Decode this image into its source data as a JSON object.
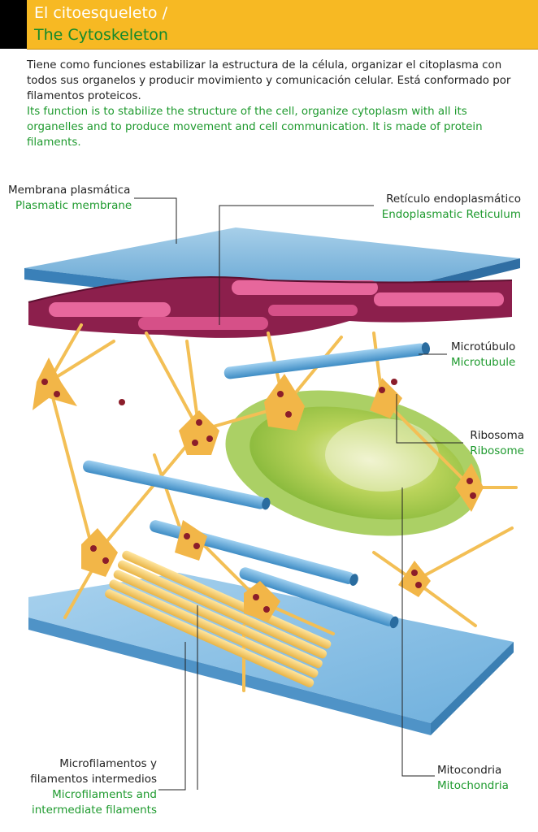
{
  "header": {
    "title_es": "El citoesqueleto /",
    "title_en": "The Cytoskeleton",
    "accent": "#f7b923",
    "green": "#1e9a2e"
  },
  "intro": {
    "es_lines": [
      "Tiene como funciones estabilizar la estructura de la célula, organizar el citoplasma con",
      "todos sus organelos y producir movimiento y comunicación celular. Está conformado por",
      "filamentos proteicos."
    ],
    "en_lines": [
      "Its function is to stabilize the structure of the cell, organize cytoplasm with all its",
      "organelles and to produce movement and cell communication. It is made of protein",
      "filaments."
    ]
  },
  "labels": {
    "membrane": {
      "es": "Membrana plasmática",
      "en": "Plasmatic membrane"
    },
    "er": {
      "es": "Retículo endoplasmático",
      "en": "Endoplasmatic Reticulum"
    },
    "microtubule": {
      "es": "Microtúbulo",
      "en": "Microtubule"
    },
    "ribosome": {
      "es": "Ribosoma",
      "en": "Ribosome"
    },
    "mitochondria": {
      "es": "Mitocondria",
      "en": "Mitochondria"
    },
    "filaments": {
      "es1": "Microfilamentos y",
      "es2": "filamentos intermedios",
      "en1": "Microfilaments and",
      "en2": "intermediate filaments"
    }
  }
}
